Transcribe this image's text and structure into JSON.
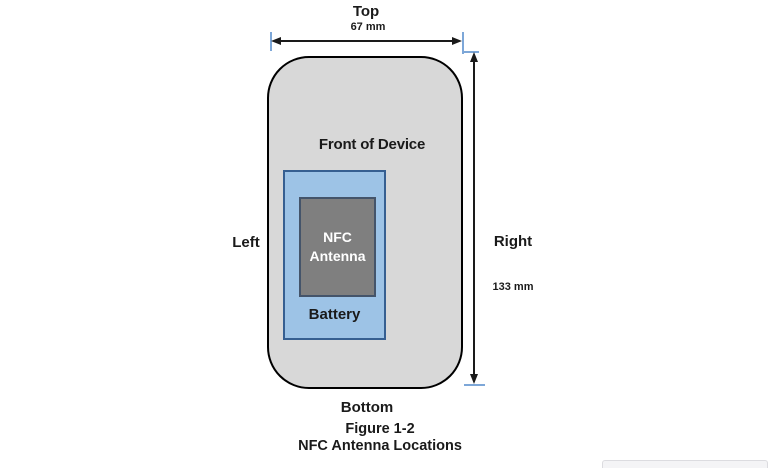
{
  "figure": {
    "number": "Figure 1-2",
    "title": "NFC Antenna Locations"
  },
  "device": {
    "side_top": "Top",
    "side_bottom": "Bottom",
    "side_left": "Left",
    "side_right": "Right",
    "front_label": "Front of Device",
    "width_dimension": "67 mm",
    "height_dimension": "133 mm",
    "battery_label": "Battery",
    "antenna_label_line1": "NFC",
    "antenna_label_line2": "Antenna"
  },
  "colors": {
    "device_fill": "#d8d8d8",
    "device_border": "#000000",
    "battery_fill": "#9dc3e6",
    "battery_border": "#365f91",
    "antenna_fill": "#7f7f7f",
    "antenna_border": "#44546a",
    "dimension_tick": "#7da7d8",
    "arrow": "#1a1a1a"
  }
}
